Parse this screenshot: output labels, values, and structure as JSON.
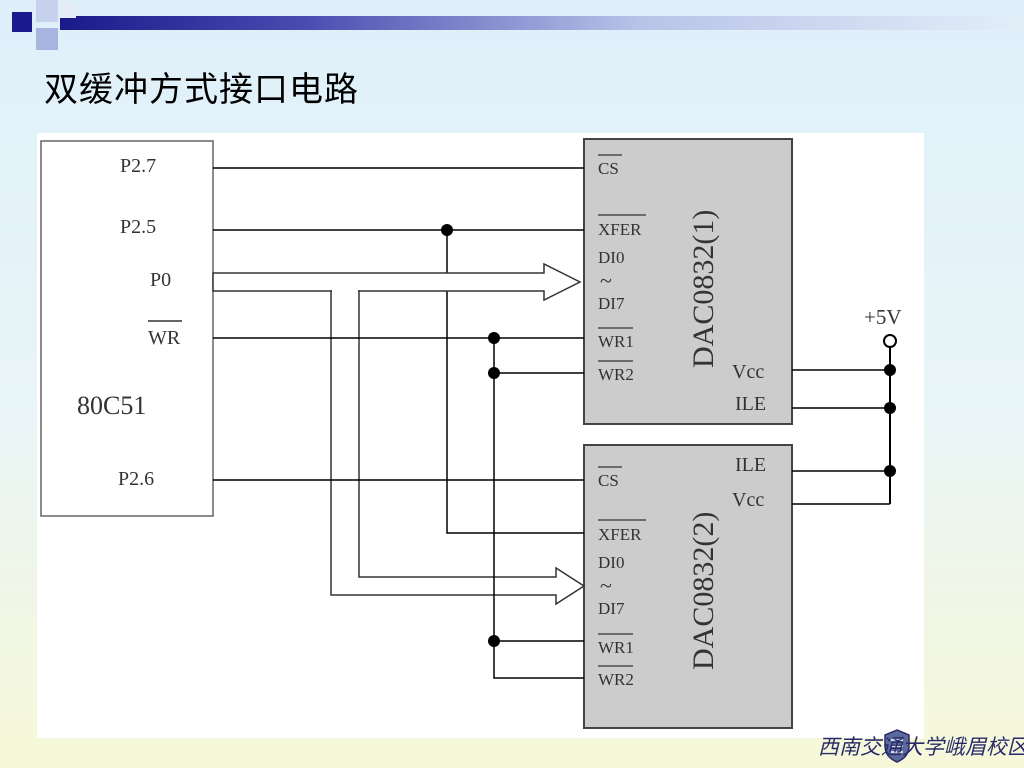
{
  "slide": {
    "title": "双缓冲方式接口电路",
    "footer": "西南交通大学峨眉校区"
  },
  "mcu": {
    "name": "80C51",
    "pins": [
      "P2.7",
      "P2.5",
      "P0",
      "WR",
      "P2.6"
    ]
  },
  "dac1": {
    "name": "DAC0832(1)",
    "pins_left": [
      "CS",
      "XFER",
      "DI0",
      "~",
      "DI7",
      "WR1",
      "WR2"
    ],
    "pins_right": [
      "Vcc",
      "ILE"
    ]
  },
  "dac2": {
    "name": "DAC0832(2)",
    "pins_left": [
      "CS",
      "XFER",
      "DI0",
      "~",
      "DI7",
      "WR1",
      "WR2"
    ],
    "pins_right": [
      "ILE",
      "Vcc"
    ]
  },
  "power": {
    "label": "+5V"
  },
  "colors": {
    "chip_fill": "#cccccc",
    "band_dark": "#1a1a8c",
    "wire": "#000000"
  }
}
